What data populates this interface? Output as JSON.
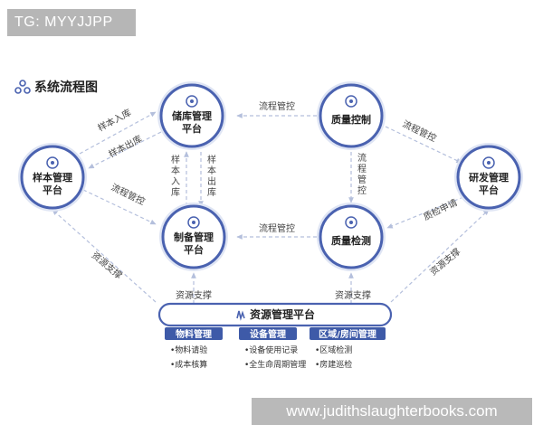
{
  "tag_label": "TG: MYYJJPP",
  "watermark": "www.judithslaughterbooks.com",
  "title": "系统流程图",
  "colors": {
    "ring": "#4a62b0",
    "ring_light": "#dfe5f4",
    "label_bar": "#3e5aa8",
    "arrow": "#7e8fc4",
    "dashed": "#b4bfdc",
    "text": "#222222",
    "edge_text": "#444444"
  },
  "nodes": {
    "storage": {
      "line1": "储库管理",
      "line2": "平台"
    },
    "quality_control": {
      "line1": "质量控制",
      "line2": ""
    },
    "sample": {
      "line1": "样本管理",
      "line2": "平台"
    },
    "rd": {
      "line1": "研发管理",
      "line2": "平台"
    },
    "manufacture": {
      "line1": "制备管理",
      "line2": "平台"
    },
    "quality_test": {
      "line1": "质量检测",
      "line2": ""
    }
  },
  "edge_labels": {
    "sample_in_top": "样本入库",
    "sample_out_top": "样本出库",
    "process_storage_qc": "流程管控",
    "process_qc_rd": "流程管控",
    "process_qc_test": "流程管控",
    "sample_in_vertical": "样本入库",
    "sample_out_vertical": "样本出库",
    "process_sample_manufacture": "流程管控",
    "process_test_manufacture": "流程管控",
    "rd_apply": "质检申请",
    "resource_left": "资源支撑",
    "resource_right": "资源支撑",
    "resource_center_left": "资源支撑",
    "resource_center_right": "资源支撑"
  },
  "resource_platform": {
    "title": "资源管理平台",
    "columns": [
      {
        "label": "物料管理",
        "items": [
          "•物料请验",
          "•成本核算"
        ]
      },
      {
        "label": "设备管理",
        "items": [
          "•设备使用记录",
          "•全生命周期管理"
        ]
      },
      {
        "label": "区域/房间管理",
        "items": [
          "•区域检测",
          "•房建巡检"
        ]
      }
    ]
  }
}
